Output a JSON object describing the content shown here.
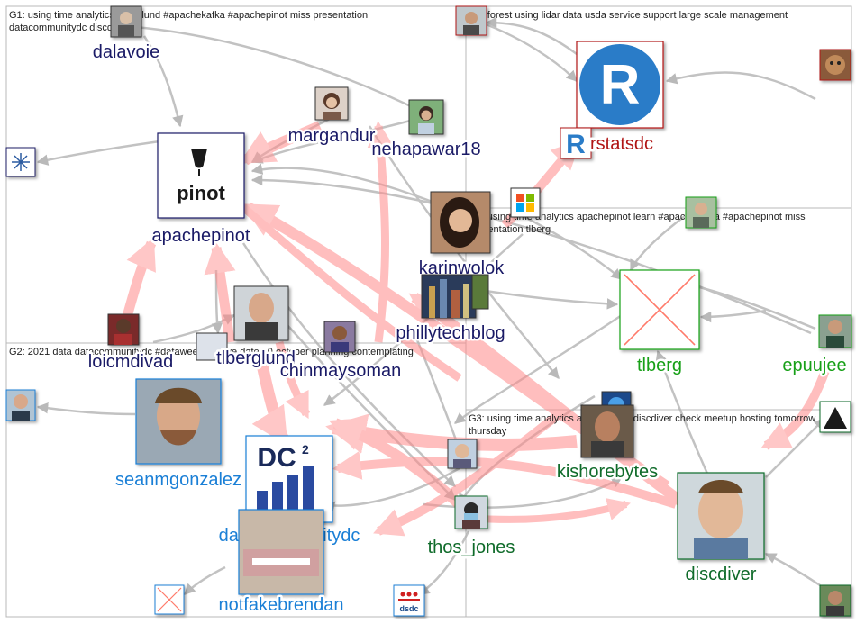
{
  "groups": [
    {
      "id": "G1",
      "label": "G1: using time analytics tlberglund #apachekafka #apachepinot miss presentation",
      "label2": "datacommunitydc discdiver"
    },
    {
      "id": "G2",
      "label": "G2: 2021 data datacommunitydc #dataweekdc save date 10 october planning contemplating",
      "label2": ""
    },
    {
      "id": "G3",
      "label": "G3: using time analytics apachepinot discdiver check meetup hosting tomorrow",
      "label2": "thursday"
    },
    {
      "id": "G4",
      "label": "G4: using time analytics apachepinot learn #apachekafka #apachepinot miss",
      "label2": "presentation tlberg"
    },
    {
      "id": "G5",
      "label": "G5: forest using lidar data usda service support large scale management",
      "label2": ""
    }
  ],
  "nodes": {
    "dalavoie": "dalavoie",
    "margandur": "margandur",
    "nehapawar18": "nehapawar18",
    "apachepinot": "apachepinot",
    "karinwolok": "karinwolok",
    "phillytechblog": "phillytechblog",
    "loicmdivad": "loicmdivad",
    "tlberglund": "tlberglund",
    "chinmaysoman": "chinmaysoman",
    "rstatsdc": "rstatsdc",
    "tlberg": "tlberg",
    "epuujee": "epuujee",
    "kishorebytes": "kishorebytes",
    "discdiver": "discdiver",
    "seanmgonzalez": "seanmgonzalez",
    "datacommunitydc": "datacommunitydc",
    "thos_jones": "thos_jones",
    "notfakebrendan": "notfakebrendan"
  },
  "logos": {
    "pinot": "pinot",
    "dc": "DC",
    "dc_sup": "2",
    "r": "R",
    "dsdc": "dsdc"
  },
  "colors": {
    "g1": "#1a1a66",
    "g2": "#1a7fd6",
    "g3": "#0f6b2a",
    "g4": "#18a018",
    "g5": "#b01414",
    "strong_edge": "#ff8a8a",
    "weak_edge": "#b0b0b0"
  }
}
